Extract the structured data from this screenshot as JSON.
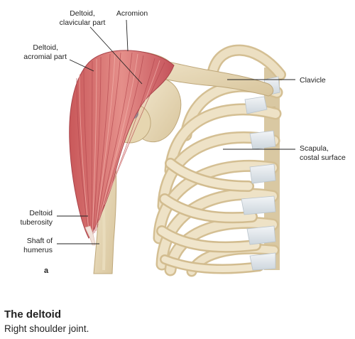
{
  "figure": {
    "panel_letter": "a",
    "labels": {
      "deltoid_clavicular": [
        "Deltoid,",
        "clavicular part"
      ],
      "acromion": "Acromion",
      "deltoid_acromial": [
        "Deltoid,",
        "acromial part"
      ],
      "clavicle": "Clavicle",
      "scapula": [
        "Scapula,",
        "costal surface"
      ],
      "deltoid_tuberosity": [
        "Deltoid",
        "tuberosity"
      ],
      "shaft_humerus": [
        "Shaft of",
        "humerus"
      ]
    }
  },
  "caption": {
    "title": "The deltoid",
    "subtitle": "Right shoulder joint."
  }
}
